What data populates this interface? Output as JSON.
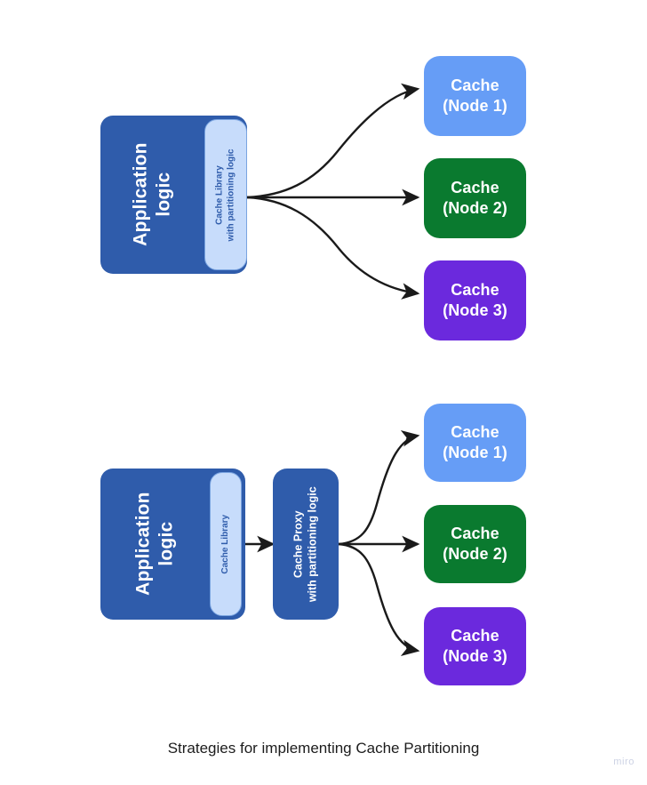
{
  "caption": "Strategies for implementing Cache Partitioning",
  "watermark": "miro",
  "colors": {
    "app_blue": "#2f5cab",
    "library_light_blue": "#c7dcfb",
    "node1_blue": "#669df6",
    "node2_green": "#0a7a2f",
    "node3_purple": "#6b29dd",
    "arrow_black": "#1a1a1a",
    "caption_text": "#1c1c1c",
    "watermark_grey": "#ccd2e4"
  },
  "diagrams": [
    {
      "id": "library-based-partitioning",
      "app": {
        "label_line1": "Application",
        "label_line2": "logic",
        "library_line1": "Cache Library",
        "library_line2": "with partitioning logic"
      },
      "nodes": [
        {
          "line1": "Cache",
          "line2": "(Node 1)",
          "color": "#669df6"
        },
        {
          "line1": "Cache",
          "line2": "(Node 2)",
          "color": "#0a7a2f"
        },
        {
          "line1": "Cache",
          "line2": "(Node 3)",
          "color": "#6b29dd"
        }
      ]
    },
    {
      "id": "proxy-based-partitioning",
      "app": {
        "label_line1": "Application",
        "label_line2": "logic",
        "library_line1": "Cache Library",
        "library_line2": ""
      },
      "proxy": {
        "line1": "Cache Proxy",
        "line2": "with partitioning logic"
      },
      "nodes": [
        {
          "line1": "Cache",
          "line2": "(Node 1)",
          "color": "#669df6"
        },
        {
          "line1": "Cache",
          "line2": "(Node 2)",
          "color": "#0a7a2f"
        },
        {
          "line1": "Cache",
          "line2": "(Node 3)",
          "color": "#6b29dd"
        }
      ]
    }
  ]
}
